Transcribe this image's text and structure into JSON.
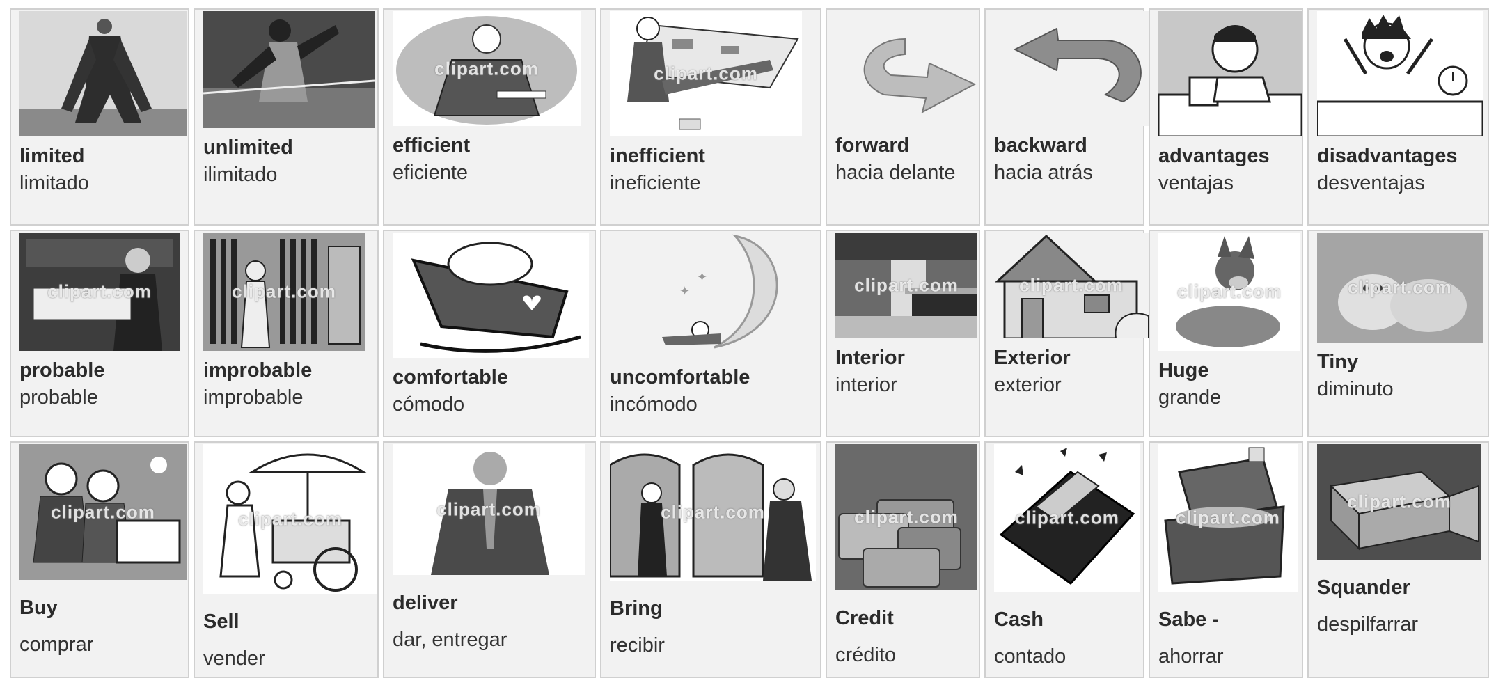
{
  "watermark": "clipart.com",
  "rows": [
    [
      {
        "en": "limited",
        "es": "limitado",
        "icon": "businessman-crouching-icon"
      },
      {
        "en": "unlimited",
        "es": "ilimitado",
        "icon": "runner-finish-icon"
      },
      {
        "en": "efficient",
        "es": "eficiente",
        "icon": "man-on-phone-icon"
      },
      {
        "en": "inefficient",
        "es": "ineficiente",
        "icon": "man-at-messy-desk-icon"
      },
      {
        "en": "forward",
        "es": "hacia delante",
        "icon": "arrow-forward-icon"
      },
      {
        "en": "backward",
        "es": "hacia atrás",
        "icon": "arrow-backward-icon"
      },
      {
        "en": "advantages",
        "es": "ventajas",
        "icon": "boy-reading-bed-icon"
      },
      {
        "en": "disadvantages",
        "es": "desventajas",
        "icon": "boy-alarm-clock-icon"
      }
    ],
    [
      {
        "en": "probable",
        "es": "probable",
        "icon": "man-with-files-icon"
      },
      {
        "en": "improbable",
        "es": "improbable",
        "icon": "library-shelf-icon"
      },
      {
        "en": "comfortable",
        "es": "cómodo",
        "icon": "baby-cradle-icon"
      },
      {
        "en": "uncomfortable",
        "es": "incómodo",
        "icon": "moon-sleeper-icon"
      },
      {
        "en": "Interior",
        "es": "interior",
        "icon": "kitchen-icon"
      },
      {
        "en": "Exterior",
        "es": "exterior",
        "icon": "house-icon"
      },
      {
        "en": "Huge",
        "es": "grande",
        "icon": "dog-icon"
      },
      {
        "en": "Tiny",
        "es": "diminuto",
        "icon": "kittens-icon"
      }
    ],
    [
      {
        "en": "Buy",
        "es": "comprar",
        "icon": "shoppers-icon"
      },
      {
        "en": "Sell",
        "es": "vender",
        "icon": "vendor-cart-icon"
      },
      {
        "en": "deliver",
        "es": "dar, entregar",
        "icon": "man-in-suit-icon"
      },
      {
        "en": "Bring",
        "es": "recibir",
        "icon": "doorway-greeting-icon"
      },
      {
        "en": "Credit",
        "es": "crédito",
        "icon": "credit-cards-icon"
      },
      {
        "en": "Cash",
        "es": "contado",
        "icon": "wallet-icon"
      },
      {
        "en": "Sabe -",
        "es": "ahorrar",
        "icon": "treasure-chest-icon"
      },
      {
        "en": "Squander",
        "es": "despilfarrar",
        "icon": "open-safe-icon"
      }
    ]
  ]
}
